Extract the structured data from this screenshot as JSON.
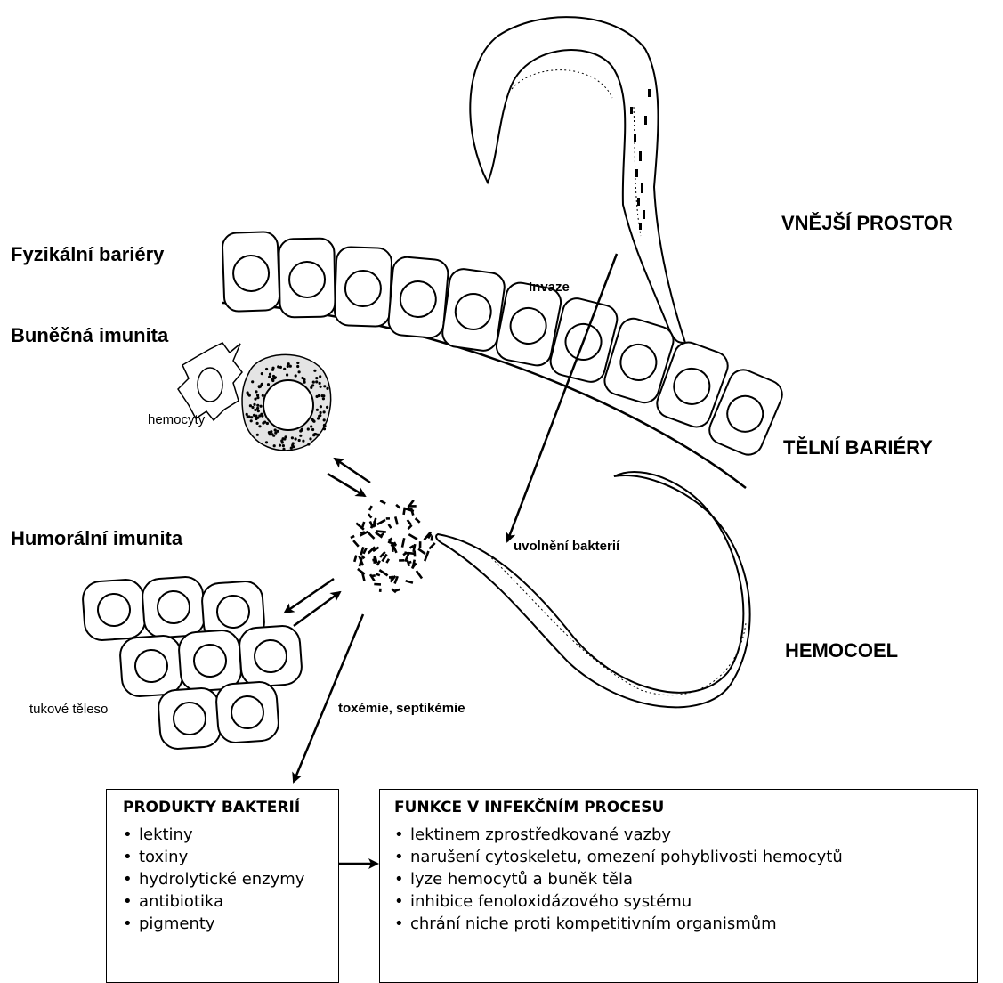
{
  "labels": {
    "outer_space": "VNĚJŠÍ PROSTOR",
    "body_barriers": "TĚLNÍ BARIÉRY",
    "hemocoel": "HEMOCOEL",
    "physical_barriers": "Fyzikální bariéry",
    "cellular_immunity": "Buněčná imunita",
    "humoral_immunity": "Humorální imunita",
    "hemocytes": "hemocyty",
    "fat_body": "tukové těleso",
    "invasion": "Invaze",
    "bacteria_release": "uvolnění bakterií",
    "toxemia": "toxémie, septikémie"
  },
  "products_box": {
    "title": "PRODUKTY BAKTERIÍ",
    "items": [
      "lektiny",
      "toxiny",
      "hydrolytické enzymy",
      "antibiotika",
      "pigmenty"
    ]
  },
  "functions_box": {
    "title": "FUNKCE V INFEKČNÍM PROCESU",
    "items": [
      "lektinem zprostředkované vazby",
      "narušení cytoskeletu, omezení pohyblivosti hemocytů",
      "lyze hemocytů a buněk těla",
      "inhibice fenoloxidázového systému",
      "chrání niche proti kompetitivním organismům"
    ]
  }
}
